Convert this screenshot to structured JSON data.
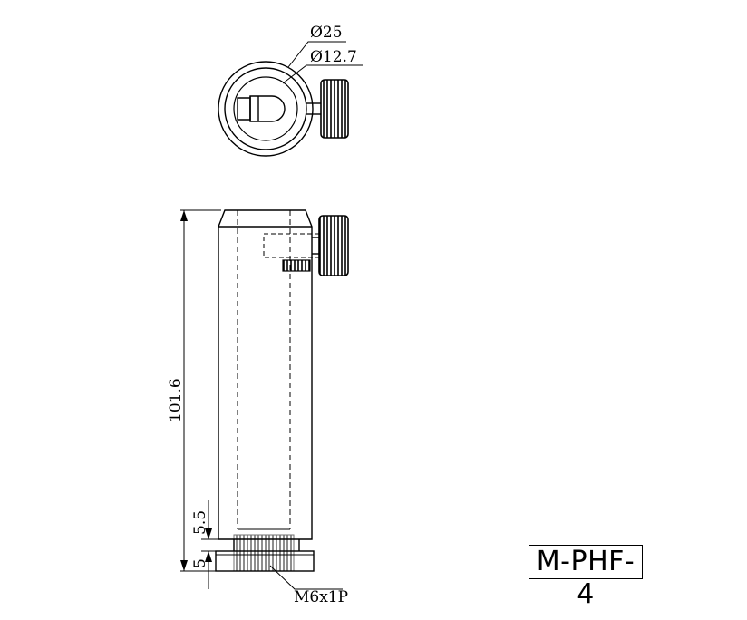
{
  "drawing": {
    "top_view": {
      "outer_diameter_label": "Ø25",
      "inner_diameter_label": "Ø12.7"
    },
    "side_view": {
      "height_label": "101.6",
      "section_a_label": "5.5",
      "section_b_label": "5",
      "thread_label": "M6x1P"
    },
    "model_label": "M-PHF-4"
  }
}
